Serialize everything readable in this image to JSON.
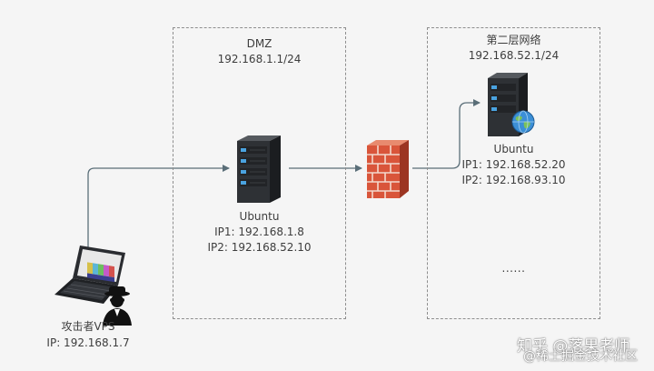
{
  "zones": {
    "dmz": {
      "title": "DMZ",
      "subnet": "192.168.1.1/24"
    },
    "layer2": {
      "title": "第二层网络",
      "subnet": "192.168.52.1/24"
    }
  },
  "nodes": {
    "attacker": {
      "name": "攻击者VPS",
      "ip": "IP: 192.168.1.7"
    },
    "dmz_host": {
      "name": "Ubuntu",
      "ip1": "IP1: 192.168.1.8",
      "ip2": "IP2: 192.168.52.10"
    },
    "inner_host": {
      "name": "Ubuntu",
      "ip1": "IP1: 192.168.52.20",
      "ip2": "IP2: 192.168.93.10"
    },
    "more": {
      "text": "......"
    }
  },
  "watermark": {
    "line1": "知乎 @落果老师",
    "line2": "@稀土掘金技术社区"
  },
  "icons": {
    "attacker": "laptop-icon",
    "hacker": "hacker-icon",
    "server": "server-icon",
    "firewall": "brick-firewall-icon",
    "globe": "globe-icon"
  },
  "colors": {
    "background": "#f5f5f5",
    "connector": "#5a6e78",
    "firewall_brick": "#d9553a",
    "server_body": "#2c2f33",
    "server_light": "#4aa3e0"
  }
}
